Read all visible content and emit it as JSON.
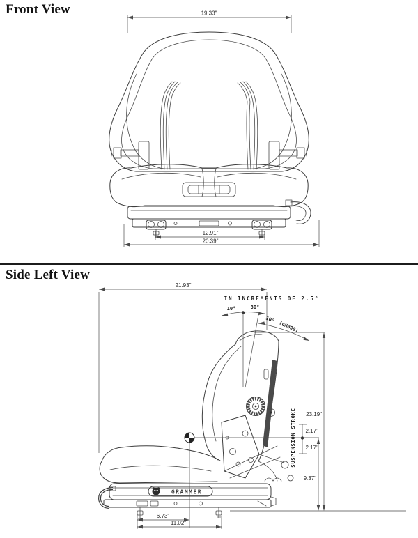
{
  "front_view": {
    "title": "Front View",
    "dims": {
      "backrest_width": "19.33\"",
      "rail_width": "12.91\"",
      "overall_width": "20.39\""
    }
  },
  "side_view": {
    "title": "Side Left View",
    "dims": {
      "overall_depth": "21.93\"",
      "overall_height": "23.19\"",
      "stroke_up": "2.17\"",
      "stroke_down": "2.17\"",
      "base_height": "9.37\"",
      "front_foot_offset": "6.73\"",
      "foot_spacing": "11.02\""
    },
    "angles": {
      "note": "IN INCREMENTS OF 2.5°",
      "recline_back": "10°",
      "recline_forward": "30°",
      "tilt": "10°",
      "tilt_code": "(GN008)"
    },
    "labels": {
      "suspension_stroke": "SUSPENSION STROKE"
    },
    "brand": "GRAMMER"
  },
  "colors": {
    "line": "#3d3d3d",
    "text": "#222222",
    "background": "#ffffff"
  }
}
